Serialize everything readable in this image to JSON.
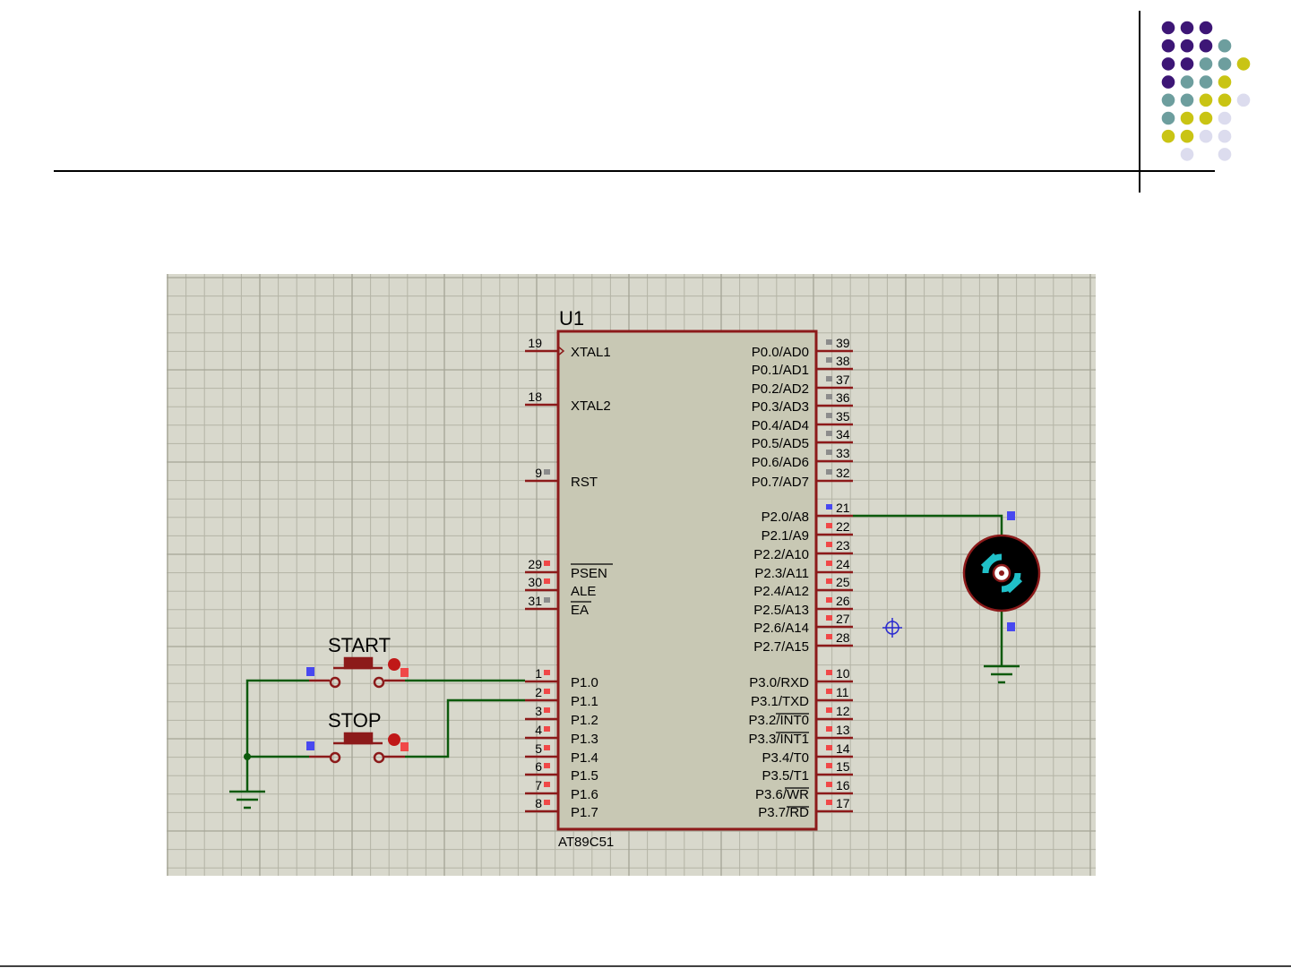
{
  "slide": {
    "dot_rows": [
      [
        "#3d1676",
        "#3d1676",
        "#3d1676"
      ],
      [
        "#3d1676",
        "#3d1676",
        "#3d1676",
        "#6d9e9e"
      ],
      [
        "#3d1676",
        "#3d1676",
        "#6d9e9e",
        "#6d9e9e",
        "#c9c414"
      ],
      [
        "#3d1676",
        "#6d9e9e",
        "#6d9e9e",
        "#c9c414"
      ],
      [
        "#6d9e9e",
        "#6d9e9e",
        "#c9c414",
        "#c9c414",
        "#dcdcee"
      ],
      [
        "#6d9e9e",
        "#c9c414",
        "#c9c414",
        "#dcdcee"
      ],
      [
        "#c9c414",
        "#c9c414",
        "#dcdcee",
        "#dcdcee"
      ],
      [
        "",
        "#dcdcee",
        "",
        "#dcdcee"
      ]
    ]
  },
  "schematic": {
    "colors": {
      "background": "#d8d8cc",
      "grid": "#b8b8aa",
      "wire": "#0c5a0c",
      "component": "#8c1a1a",
      "pin_active": "#f04848",
      "pin_inactive": "#8c8c8c",
      "pin_blue": "#4848f0"
    },
    "chip": {
      "ref": "U1",
      "part": "AT89C51",
      "left_pins": [
        {
          "num": "19",
          "name": "XTAL1"
        },
        {
          "num": "18",
          "name": "XTAL2"
        },
        {
          "num": "9",
          "name": "RST"
        },
        {
          "num": "29",
          "name": "PSEN"
        },
        {
          "num": "30",
          "name": "ALE"
        },
        {
          "num": "31",
          "name": "EA"
        },
        {
          "num": "1",
          "name": "P1.0"
        },
        {
          "num": "2",
          "name": "P1.1"
        },
        {
          "num": "3",
          "name": "P1.2"
        },
        {
          "num": "4",
          "name": "P1.3"
        },
        {
          "num": "5",
          "name": "P1.4"
        },
        {
          "num": "6",
          "name": "P1.5"
        },
        {
          "num": "7",
          "name": "P1.6"
        },
        {
          "num": "8",
          "name": "P1.7"
        }
      ],
      "right_pins": [
        {
          "num": "39",
          "name": "P0.0/AD0"
        },
        {
          "num": "38",
          "name": "P0.1/AD1"
        },
        {
          "num": "37",
          "name": "P0.2/AD2"
        },
        {
          "num": "36",
          "name": "P0.3/AD3"
        },
        {
          "num": "35",
          "name": "P0.4/AD4"
        },
        {
          "num": "34",
          "name": "P0.5/AD5"
        },
        {
          "num": "33",
          "name": "P0.6/AD6"
        },
        {
          "num": "32",
          "name": "P0.7/AD7"
        },
        {
          "num": "21",
          "name": "P2.0/A8"
        },
        {
          "num": "22",
          "name": "P2.1/A9"
        },
        {
          "num": "23",
          "name": "P2.2/A10"
        },
        {
          "num": "24",
          "name": "P2.3/A11"
        },
        {
          "num": "25",
          "name": "P2.4/A12"
        },
        {
          "num": "26",
          "name": "P2.5/A13"
        },
        {
          "num": "27",
          "name": "P2.6/A14"
        },
        {
          "num": "28",
          "name": "P2.7/A15"
        },
        {
          "num": "10",
          "name": "P3.0/RXD"
        },
        {
          "num": "11",
          "name": "P3.1/TXD"
        },
        {
          "num": "12",
          "name": "P3.2/INT0"
        },
        {
          "num": "13",
          "name": "P3.3/INT1"
        },
        {
          "num": "14",
          "name": "P3.4/T0"
        },
        {
          "num": "15",
          "name": "P3.5/T1"
        },
        {
          "num": "16",
          "name": "P3.6/WR"
        },
        {
          "num": "17",
          "name": "P3.7/RD"
        }
      ]
    },
    "buttons": [
      {
        "label": "START"
      },
      {
        "label": "STOP"
      }
    ]
  }
}
